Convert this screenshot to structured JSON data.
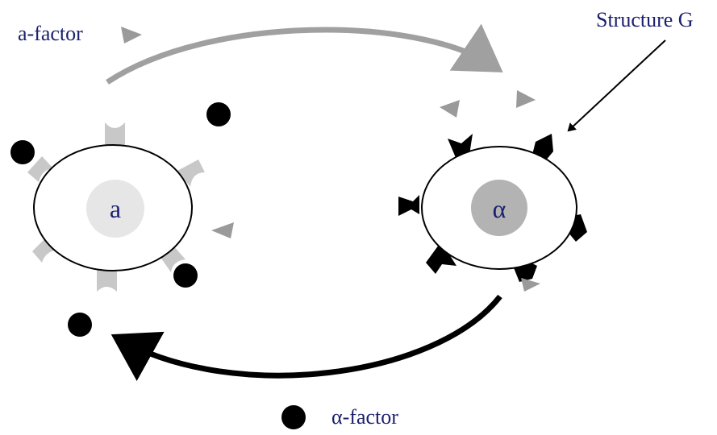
{
  "labels": {
    "a_factor": "a-factor",
    "alpha_factor": "α-factor",
    "structure_g": "Structure G",
    "cell_a": "a",
    "cell_alpha": "α"
  },
  "colors": {
    "label_text": "#1b1f6e",
    "a_factor_gray": "#9a9a9a",
    "receptor_light": "#c8c8c8",
    "nucleus_a": "#e6e6e6",
    "nucleus_alpha": "#b3b3b3",
    "black": "#000000",
    "arrow_top": "#a0a0a0"
  }
}
